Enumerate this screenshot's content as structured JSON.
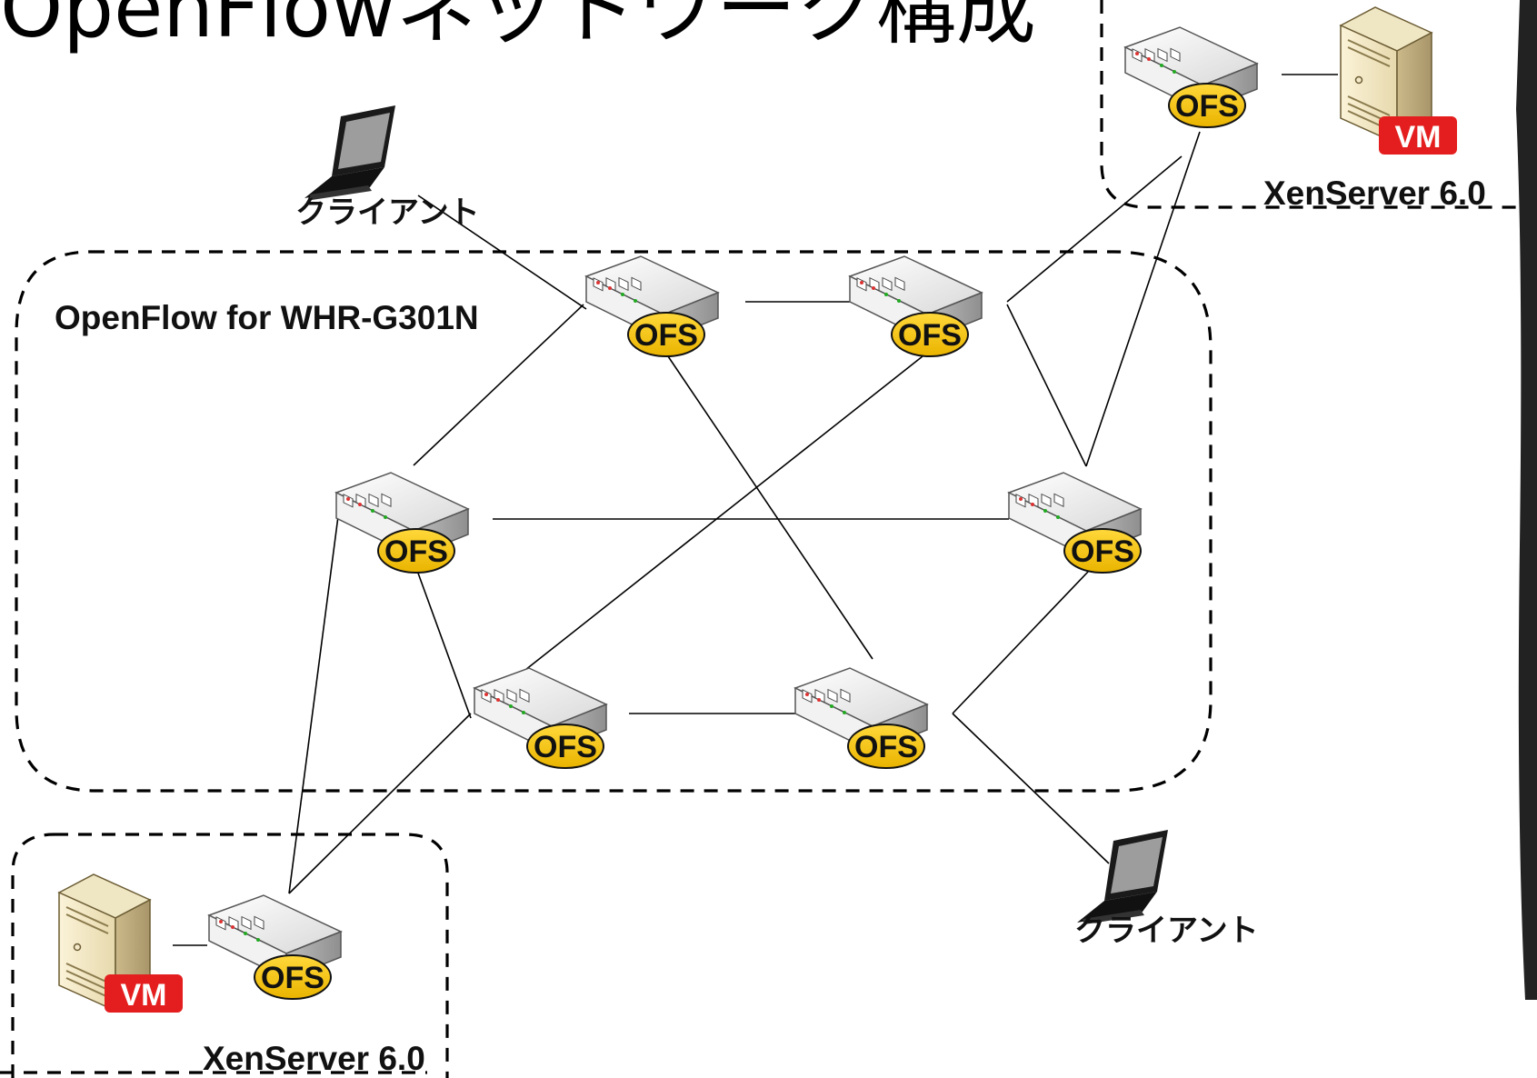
{
  "title": "OpenFlowネットワーク構成",
  "groups": {
    "openflow": "OpenFlow for WHR-G301N",
    "xen_top": "XenServer 6.0",
    "xen_bottom": "XenServer 6.0"
  },
  "switch_label": "OFS",
  "vm_label": "VM",
  "client_label": "クライアント",
  "colors": {
    "ofs_badge": "#f4c20d",
    "vm_badge": "#e41e1e",
    "line": "#000000"
  },
  "icons": [
    "switch-icon",
    "server-icon",
    "laptop-icon"
  ]
}
